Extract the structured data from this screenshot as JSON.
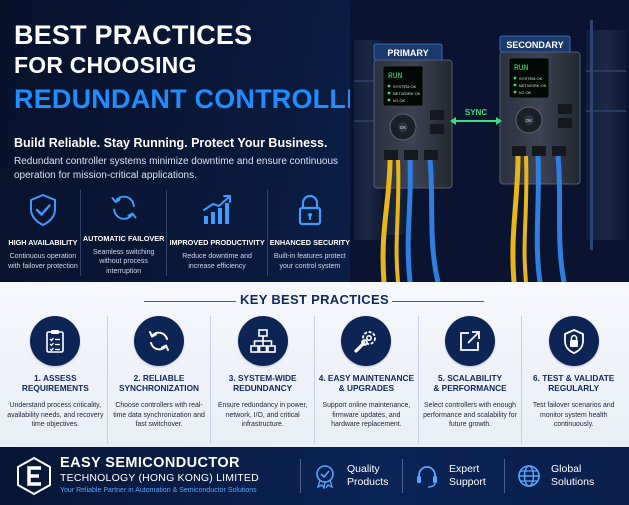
{
  "hero": {
    "title_line1": "BEST PRACTICES",
    "title_line2": "FOR CHOOSING",
    "title_line3": "REDUNDANT CONTROLLERS",
    "tagline": "Build Reliable. Stay Running. Protect Your Business.",
    "description": "Redundant controller systems minimize downtime and ensure continuous operation for mission-critical applications."
  },
  "benefits": [
    {
      "icon": "shield-check-icon",
      "title": "HIGH AVAILABILITY",
      "desc": "Continuous operation with failover protection"
    },
    {
      "icon": "refresh-icon",
      "title": "AUTOMATIC FAILOVER",
      "desc": "Seamless switching without process interruption"
    },
    {
      "icon": "growth-chart-icon",
      "title": "IMPROVED PRODUCTIVITY",
      "desc": "Reduce downtime and increase efficiency"
    },
    {
      "icon": "lock-icon",
      "title": "ENHANCED SECURITY",
      "desc": "Built-in features protect your control system"
    }
  ],
  "hardware": {
    "primary_label": "PRIMARY",
    "secondary_label": "SECONDARY",
    "run": "RUN",
    "status": [
      "SYSTEM OK",
      "NETWORK OK",
      "I/O OK"
    ],
    "sync": "SYNC",
    "ok": "OK",
    "colors": {
      "accent": "#1f8cff",
      "run_green": "#36e07a",
      "cable_yellow": "#e8b61a",
      "cable_blue": "#2f7fe0"
    }
  },
  "practices_section": {
    "title": "KEY BEST PRACTICES",
    "items": [
      {
        "icon": "clipboard-checklist-icon",
        "title_1": "1. ASSESS",
        "title_2": "REQUIREMENTS",
        "desc": "Understand process criticality, availability needs, and recovery time objectives."
      },
      {
        "icon": "sync-arrows-icon",
        "title_1": "2. RELIABLE",
        "title_2": "SYNCHRONIZATION",
        "desc": "Choose controllers with real-time data synchronization and fast switchover."
      },
      {
        "icon": "network-hierarchy-icon",
        "title_1": "3. SYSTEM-WIDE",
        "title_2": "REDUNDANCY",
        "desc": "Ensure redundancy in power, network, I/O, and critical infrastructure."
      },
      {
        "icon": "wrench-gear-icon",
        "title_1": "4. EASY MAINTENANCE",
        "title_2": "& UPGRADES",
        "desc": "Support online maintenance, firmware updates, and hardware replacement."
      },
      {
        "icon": "scale-up-icon",
        "title_1": "5. SCALABILITY",
        "title_2": "& PERFORMANCE",
        "desc": "Select controllers with enough performance and scalability for future growth."
      },
      {
        "icon": "shield-lock-icon",
        "title_1": "6. TEST & VALIDATE",
        "title_2": "REGULARLY",
        "desc": "Test failover scenarios and monitor system health continuously."
      }
    ]
  },
  "footer": {
    "company_line1": "EASY SEMICONDUCTOR",
    "company_line2": "TECHNOLOGY (HONG KONG) LIMITED",
    "slogan": "Your Reliable Partner in Automation & Semiconductor Solutions",
    "features": [
      {
        "icon": "quality-badge-icon",
        "text": "Quality Products"
      },
      {
        "icon": "headset-icon",
        "text": "Expert Support"
      },
      {
        "icon": "globe-icon",
        "text": "Global Solutions"
      }
    ]
  }
}
